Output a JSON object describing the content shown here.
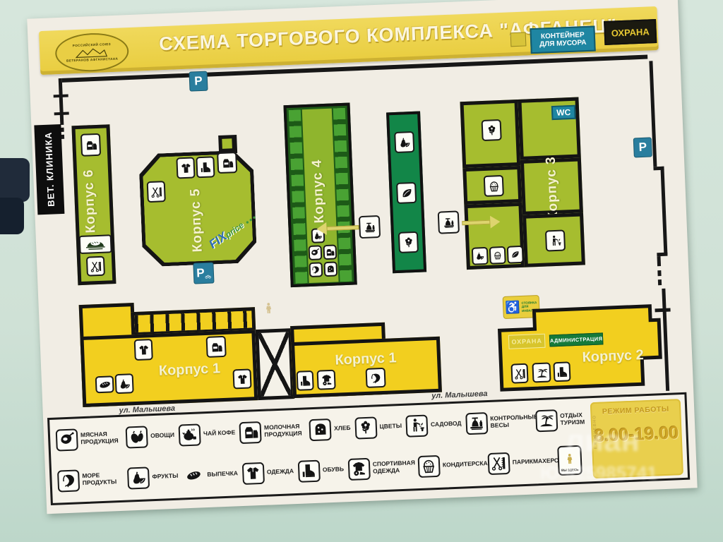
{
  "title": "СХЕМА ТОРГОВОГО КОМПЛЕКСА \"АФГАНЕЦ\"",
  "logo": {
    "top": "РОССИЙСКИЙ СОЮЗ",
    "bottom": "ВЕТЕРАНОВ АФГАНИСТАНА"
  },
  "top_bar": {
    "container": "КОНТЕЙНЕР ДЛЯ МУСОРА",
    "security": "ОХРАНА"
  },
  "map": {
    "vet_clinic": "ВЕТ. КЛИНИКА",
    "parking": "P",
    "wc": "WC",
    "buildings": {
      "k1": "Корпус 1",
      "k2": "Корпус 2",
      "k3": "Корпус 3",
      "k4": "Корпус 4",
      "k5": "Корпус 5",
      "k6": "Корпус 6"
    },
    "fixprice": {
      "fix": "FIX",
      "price": "price"
    },
    "security": "ОХРАНА",
    "administration": "АДМИНИСТРАЦИЯ",
    "disabled_parking": "СТОЯНКА ДЛЯ ИНВАЛИДОВ",
    "street": "ул. Малышева"
  },
  "legend": {
    "row1": [
      {
        "icon": "meat-icon",
        "label": "МЯСНАЯ ПРОДУКЦИЯ"
      },
      {
        "icon": "vegetables-icon",
        "label": "ОВОЩИ"
      },
      {
        "icon": "tea-coffee-icon",
        "label": "ЧАЙ КОФЕ"
      },
      {
        "icon": "dairy-icon",
        "label": "МОЛОЧНАЯ ПРОДУКЦИЯ"
      },
      {
        "icon": "bread-icon",
        "label": "ХЛЕБ"
      },
      {
        "icon": "flowers-icon",
        "label": "ЦВЕТЫ"
      },
      {
        "icon": "gardener-icon",
        "label": "САДОВОД"
      },
      {
        "icon": "scales-icon",
        "label": "КОНТРОЛЬНЫЕ ВЕСЫ"
      },
      {
        "icon": "palm-icon",
        "label": "ОТДЫХ ТУРИЗМ"
      }
    ],
    "row2": [
      {
        "icon": "seafood-icon",
        "label": "МОРЕ ПРОДУКТЫ"
      },
      {
        "icon": "fruits-icon",
        "label": "ФРУКТЫ"
      },
      {
        "icon": "bakery-icon",
        "label": "ВЫПЕЧКА"
      },
      {
        "icon": "clothes-icon",
        "label": "ОДЕЖДА"
      },
      {
        "icon": "shoes-icon",
        "label": "ОБУВЬ"
      },
      {
        "icon": "sportswear-icon",
        "label": "СПОРТИВНАЯ ОДЕЖДА"
      },
      {
        "icon": "confectionery-icon",
        "label": "КОНДИТЕРСКАЯ"
      },
      {
        "icon": "hairdresser-icon",
        "label": "ПАРИКМАХЕРСКАЯ"
      },
      {
        "icon": "you-are-here-icon",
        "label": "ВЫ ЗДЕСЬ"
      }
    ],
    "hours": {
      "title": "РЕЖИМ РАБОТЫ",
      "time": "8.00-19.00",
      "daily": "ЕЖЕДНЕВНО"
    }
  },
  "watermark": {
    "line1": "лиан",
    "line2": "Ю-425985741"
  },
  "colors": {
    "banner_yellow": "#e9cd3f",
    "building_green": "#a6bd2f",
    "dark_green": "#128648",
    "building_yellow": "#f2cf1f",
    "teal": "#1f86a2",
    "admin_green": "#157a3a",
    "road": "#171717"
  }
}
